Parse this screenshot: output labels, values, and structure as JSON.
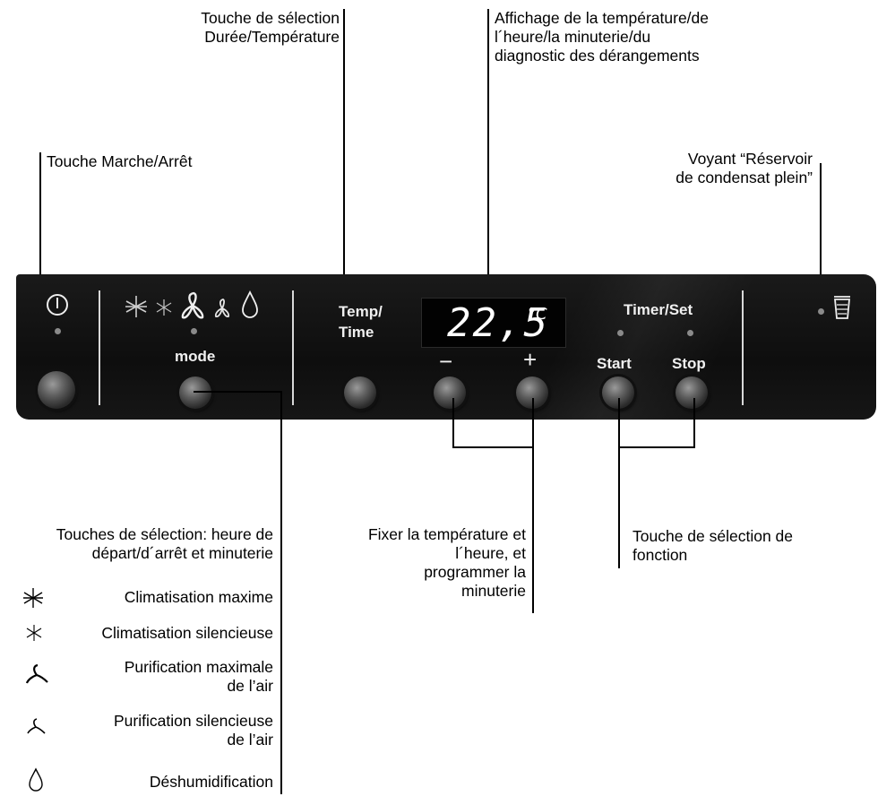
{
  "callouts": {
    "temp_time_select": [
      "Touche de sélection",
      "Durée/Température"
    ],
    "display": [
      "Affichage de la température/de",
      "l´heure/la minuterie/du",
      "diagnostic des dérangements"
    ],
    "power": "Touche Marche/Arrêt",
    "reservoir": [
      "Voyant “Réservoir",
      "de condensat plein”"
    ],
    "timer_keys": [
      "Touches de sélection: heure de",
      "départ/d´arrêt et minuterie"
    ],
    "set_temp": [
      "Fixer la température et",
      "l´heure, et",
      "programmer la",
      "minuterie"
    ],
    "function_select": [
      "Touche de sélection de",
      "fonction"
    ]
  },
  "panel": {
    "temp_label": [
      "Temp/",
      "Time"
    ],
    "timer_label": "Timer/Set",
    "mode_label": "mode",
    "minus_label": "−",
    "plus_label": "+",
    "start_label": "Start",
    "stop_label": "Stop",
    "display_value": "22,5",
    "display_unit": "°C",
    "icons": [
      "power-icon",
      "snowflake-max-icon",
      "snowflake-quiet-icon",
      "fan-max-icon",
      "fan-quiet-icon",
      "drop-icon",
      "reservoir-icon"
    ]
  },
  "legend": [
    {
      "icon": "snowflake-max-icon",
      "text": [
        "Climatisation maxime"
      ]
    },
    {
      "icon": "snowflake-quiet-icon",
      "text": [
        "Climatisation silencieuse"
      ]
    },
    {
      "icon": "fan-max-icon",
      "text": [
        "Purification maximale",
        "de l’air"
      ]
    },
    {
      "icon": "fan-quiet-icon",
      "text": [
        "Purification silencieuse",
        "de l’air"
      ]
    },
    {
      "icon": "drop-icon",
      "text": [
        "Déshumidification"
      ]
    }
  ]
}
